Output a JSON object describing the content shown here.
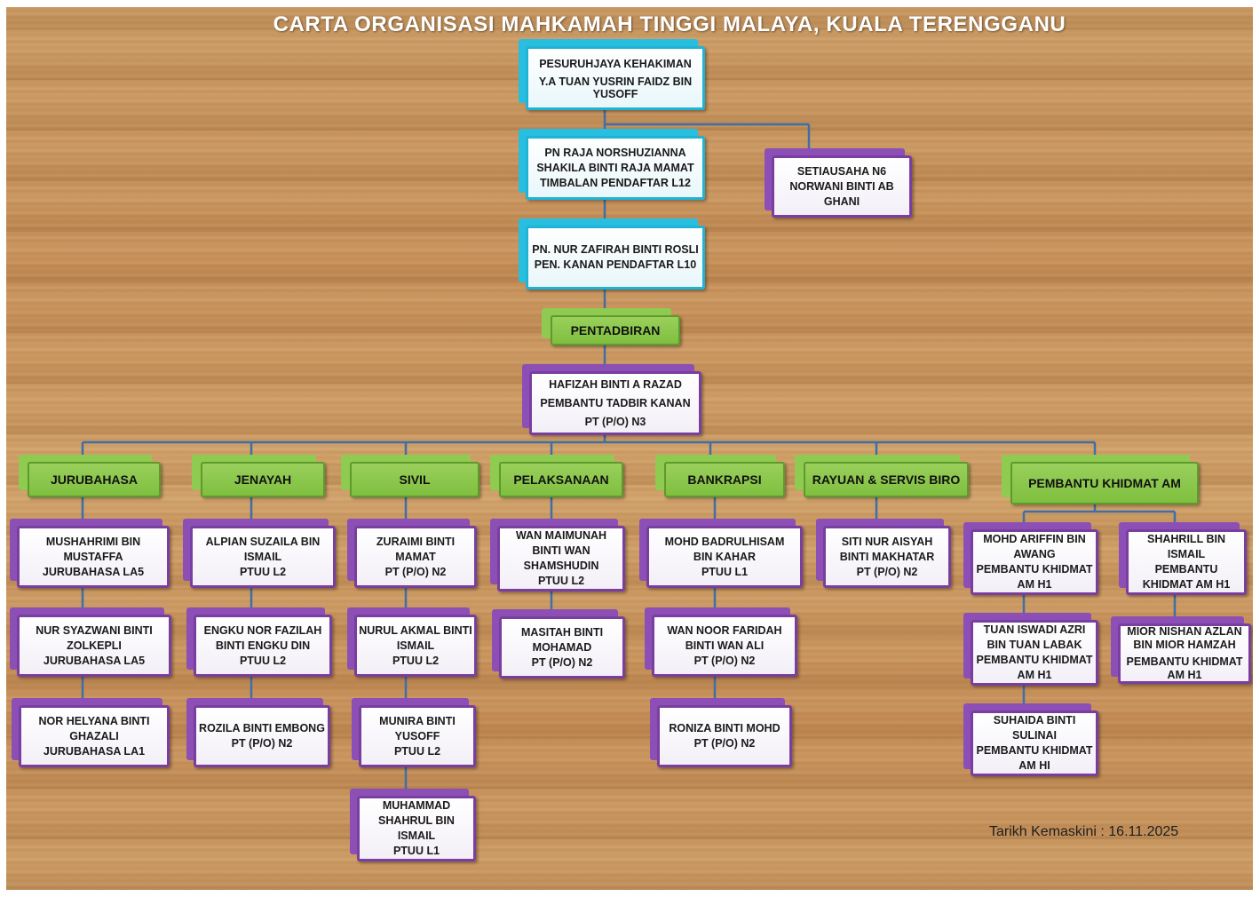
{
  "title": "CARTA ORGANISASI MAHKAMAH TINGGI MALAYA, KUALA TERENGGANU",
  "updated": "Tarikh Kemaskini : 16.11.2025",
  "colors": {
    "connector": "#3f6fa6",
    "purple_border": "#7a3ea0",
    "cyan_border": "#1fb3d6",
    "green_fill": "#7fbf3f"
  },
  "leadership": {
    "commissioner": [
      "PESURUHJAYA KEHAKIMAN",
      "Y.A TUAN YUSRIN FAIDZ BIN YUSOFF"
    ],
    "deputy_registrar": [
      "PN RAJA NORSHUZIANNA",
      "SHAKILA BINTI RAJA MAMAT",
      "TIMBALAN PENDAFTAR L12"
    ],
    "secretary": [
      "SETIAUSAHA N6",
      "NORWANI BINTI AB",
      "GHANI"
    ],
    "senior_assistant": [
      "PN. NUR ZAFIRAH BINTI ROSLI",
      "PEN. KANAN PENDAFTAR  L10"
    ]
  },
  "admin": {
    "label": "PENTADBIRAN",
    "head": [
      "HAFIZAH BINTI A RAZAD",
      "PEMBANTU TADBIR KANAN",
      "PT (P/O) N3"
    ]
  },
  "units": [
    {
      "name": "JURUBAHASA",
      "staff": [
        [
          "MUSHAHRIMI BIN",
          "MUSTAFFA",
          "JURUBAHASA LA5"
        ],
        [
          "NUR SYAZWANI BINTI",
          "ZOLKEPLI",
          "JURUBAHASA  LA5"
        ],
        [
          "NOR HELYANA BINTI",
          "GHAZALI",
          "JURUBAHASA LA1"
        ]
      ]
    },
    {
      "name": "JENAYAH",
      "staff": [
        [
          "ALPIAN SUZAILA BIN",
          "ISMAIL",
          "PTUU L2"
        ],
        [
          "ENGKU NOR FAZILAH",
          "BINTI ENGKU DIN",
          "PTUU L2"
        ],
        [
          "ROZILA BINTI EMBONG",
          "PT (P/O) N2"
        ]
      ]
    },
    {
      "name": "SIVIL",
      "staff": [
        [
          "ZURAIMI BINTI",
          "MAMAT",
          "PT (P/O) N2"
        ],
        [
          "NURUL AKMAL BINTI",
          "ISMAIL",
          "PTUU L2"
        ],
        [
          "MUNIRA BINTI",
          "YUSOFF",
          "PTUU L2"
        ],
        [
          "MUHAMMAD",
          "SHAHRUL BIN",
          "ISMAIL",
          "PTUU L1"
        ]
      ]
    },
    {
      "name": "PELAKSANAAN",
      "staff": [
        [
          "WAN MAIMUNAH",
          "BINTI WAN",
          "SHAMSHUDIN",
          "PTUU L2"
        ],
        [
          "MASITAH BINTI",
          "MOHAMAD",
          "PT (P/O) N2"
        ]
      ]
    },
    {
      "name": "BANKRAPSI",
      "staff": [
        [
          "MOHD BADRULHISAM",
          "BIN KAHAR",
          "PTUU L1"
        ],
        [
          "WAN NOOR FARIDAH",
          "BINTI WAN ALI",
          "PT (P/O) N2"
        ],
        [
          "RONIZA BINTI MOHD",
          "PT (P/O) N2"
        ]
      ]
    },
    {
      "name": "RAYUAN & SERVIS BIRO",
      "staff": [
        [
          "SITI NUR AISYAH",
          "BINTI MAKHATAR",
          "PT (P/O)  N2"
        ]
      ]
    },
    {
      "name": "PEMBANTU KHIDMAT AM",
      "staff_left": [
        [
          "MOHD ARIFFIN BIN",
          "AWANG",
          "PEMBANTU KHIDMAT",
          "AM H1"
        ],
        [
          "TUAN ISWADI AZRI",
          "BIN TUAN LABAK",
          "PEMBANTU KHIDMAT",
          "AM H1"
        ],
        [
          "SUHAIDA BINTI",
          "SULINAI",
          "PEMBANTU KHIDMAT",
          "AM HI"
        ]
      ],
      "staff_right": [
        [
          "SHAHRILL BIN",
          "ISMAIL",
          "PEMBANTU",
          "KHIDMAT AM H1"
        ],
        [
          "MIOR NISHAN AZLAN",
          "BIN MIOR HAMZAH",
          "PEMBANTU KHIDMAT",
          "AM H1"
        ]
      ]
    }
  ]
}
